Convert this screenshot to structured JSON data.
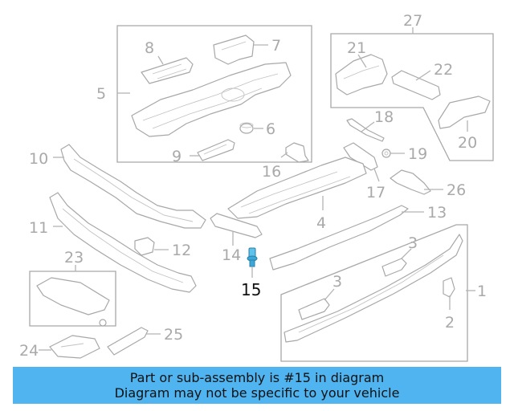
{
  "callouts": {
    "c1": "1",
    "c2": "2",
    "c3a": "3",
    "c3b": "3",
    "c4": "4",
    "c5": "5",
    "c6": "6",
    "c7": "7",
    "c8": "8",
    "c9": "9",
    "c10": "10",
    "c11": "11",
    "c12": "12",
    "c13": "13",
    "c14": "14",
    "c15": "15",
    "c16": "16",
    "c17": "17",
    "c18": "18",
    "c19": "19",
    "c20": "20",
    "c21": "21",
    "c22": "22",
    "c23": "23",
    "c24": "24",
    "c25": "25",
    "c26": "26",
    "c27": "27"
  },
  "highlighted_part": "15",
  "colors": {
    "highlight_part": "#3aa8d8",
    "banner": "#4fb4f0",
    "line": "#a8a8a8"
  },
  "banner": {
    "line1": "Part or sub-assembly is #15 in diagram",
    "line2": "Diagram may not be specific to your vehicle"
  }
}
